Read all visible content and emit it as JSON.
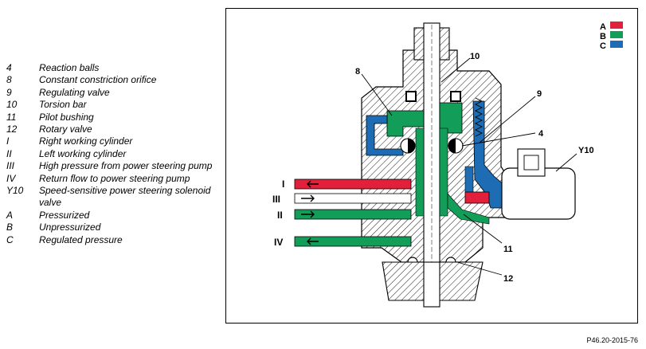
{
  "legend": {
    "items": [
      {
        "code": "4",
        "desc": "Reaction balls"
      },
      {
        "code": "8",
        "desc": "Constant constriction orifice"
      },
      {
        "code": "9",
        "desc": "Regulating valve"
      },
      {
        "code": "10",
        "desc": "Torsion bar"
      },
      {
        "code": "11",
        "desc": "Pilot bushing"
      },
      {
        "code": "12",
        "desc": "Rotary valve"
      },
      {
        "code": "I",
        "desc": "Right working cylinder"
      },
      {
        "code": "II",
        "desc": "Left working cylinder"
      },
      {
        "code": "III",
        "desc": "High pressure from power steering pump"
      },
      {
        "code": "IV",
        "desc": "Return flow to power steering pump"
      },
      {
        "code": "Y10",
        "desc": "Speed-sensitive power steering solenoid valve"
      },
      {
        "code": "A",
        "desc": "Pressurized"
      },
      {
        "code": "B",
        "desc": "Unpressurized"
      },
      {
        "code": "C",
        "desc": "Regulated pressure"
      }
    ]
  },
  "diagram": {
    "callouts": {
      "c4": "4",
      "c8": "8",
      "c9": "9",
      "c10": "10",
      "c11": "11",
      "c12": "12",
      "cI": "I",
      "cII": "II",
      "cIII": "III",
      "cIV": "IV",
      "cY10": "Y10"
    },
    "key": [
      {
        "label": "A",
        "color": "#e3203b"
      },
      {
        "label": "B",
        "color": "#129e58"
      },
      {
        "label": "C",
        "color": "#1e6db4"
      }
    ]
  },
  "figure_ref": "P46.20-2015-76"
}
